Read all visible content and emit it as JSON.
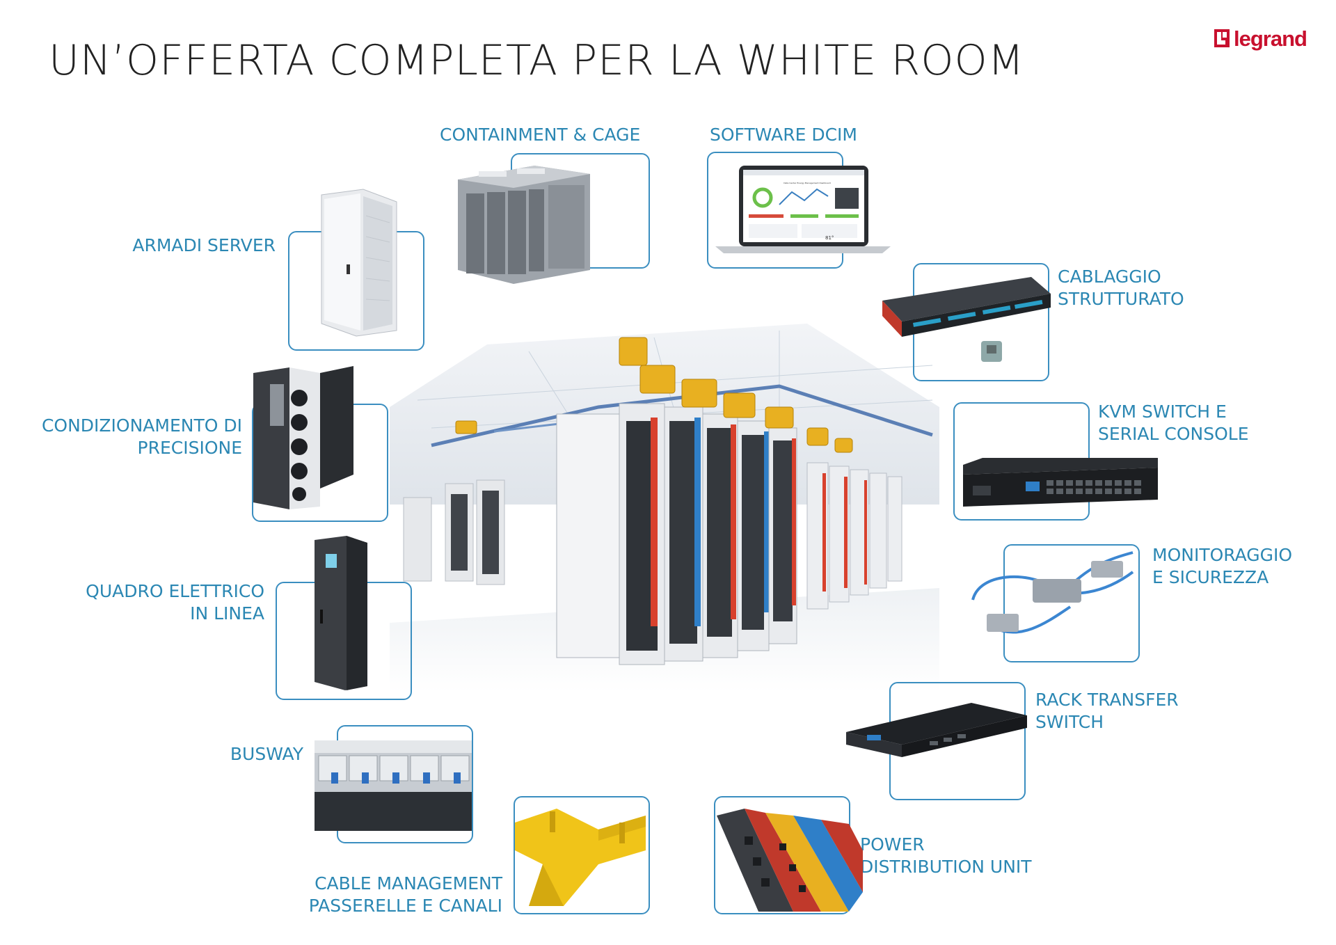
{
  "title": "UN’OFFERTA COMPLETA PER LA WHITE ROOM",
  "brand": {
    "name": "legrand",
    "color": "#c8102e"
  },
  "accent_color": "#2b87b3",
  "items": [
    {
      "label": "CONTAINMENT & CAGE",
      "icon": "containment-cage-icon"
    },
    {
      "label": "SOFTWARE DCIM",
      "icon": "laptop-dashboard-icon"
    },
    {
      "label": "ARMADI SERVER",
      "icon": "server-cabinet-icon"
    },
    {
      "label": "CABLAGGIO\nSTRUTTURATO",
      "icon": "patch-panel-icon"
    },
    {
      "label": "CONDIZIONAMENTO DI\nPRECISIONE",
      "icon": "precision-cooling-icon"
    },
    {
      "label": "KVM SWITCH E\nSERIAL CONSOLE",
      "icon": "kvm-switch-icon"
    },
    {
      "label": "QUADRO ELETTRICO\nIN LINEA",
      "icon": "electrical-panel-icon"
    },
    {
      "label": "MONITORAGGIO\nE SICUREZZA",
      "icon": "sensor-monitoring-icon"
    },
    {
      "label": "RACK TRANSFER\nSWITCH",
      "icon": "transfer-switch-icon"
    },
    {
      "label": "BUSWAY",
      "icon": "busway-icon"
    },
    {
      "label": "CABLE MANAGEMENT\nPASSERELLE E CANALI",
      "icon": "cable-tray-icon"
    },
    {
      "label": "POWER\nDISTRIBUTION UNIT",
      "icon": "pdu-icon"
    }
  ],
  "dashboard": {
    "heading": "Data Center Energy Management Dashboard",
    "temp_value": "81°"
  }
}
